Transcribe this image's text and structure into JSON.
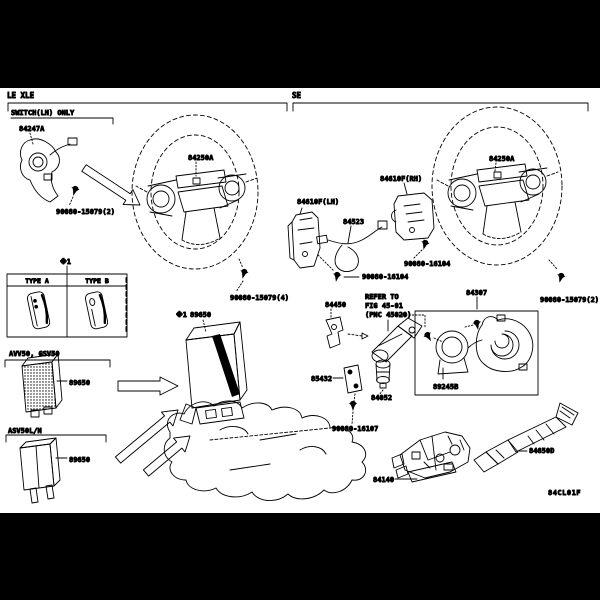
{
  "colors": {
    "canvas": "#000000",
    "paper": "#ffffff",
    "ink": "#000000"
  },
  "header": {
    "left_section": "LE XLE",
    "right_section": "SE"
  },
  "notes": {
    "switch_lh_only": "SWITCH(LH) ONLY",
    "ref_mark_table": "※1",
    "ref_mark_part": "※1",
    "refer_line1": "REFER TO",
    "refer_line2": "FIG 45-01",
    "refer_line3": "(PNC 45020)",
    "footer_code": "84CL01F"
  },
  "variant_table": {
    "headers": [
      "TYPE A",
      "TYPE B"
    ]
  },
  "variant_labels": {
    "hybrid": "AVV50, GSV50",
    "gas": "ASV50L/N"
  },
  "parts": {
    "p84247a": "84247A",
    "p84250a_left": "84250A",
    "p84250a_right": "84250A",
    "p89650_left_top": "89650",
    "p89650_left_bottom": "89650",
    "p89650_center": "89650",
    "p84610f_lh": "84610F(LH)",
    "p84610f_rh": "84610F(RH)",
    "p84523": "84523",
    "p84450": "84450",
    "p85432": "85432",
    "p84052": "84052",
    "p84307": "84307",
    "p89245b": "89245B",
    "p84140": "84140",
    "p84650d": "84650D"
  },
  "fasteners": {
    "screw_lh_switch": "90080-15079(2)",
    "screw_wheel_left": "90080-15079(4)",
    "screw_wheel_right": "90080-15079(2)",
    "screw_16104_a": "90080-16104",
    "screw_16104_b": "90080-16104",
    "screw_16107": "90080-16107"
  }
}
